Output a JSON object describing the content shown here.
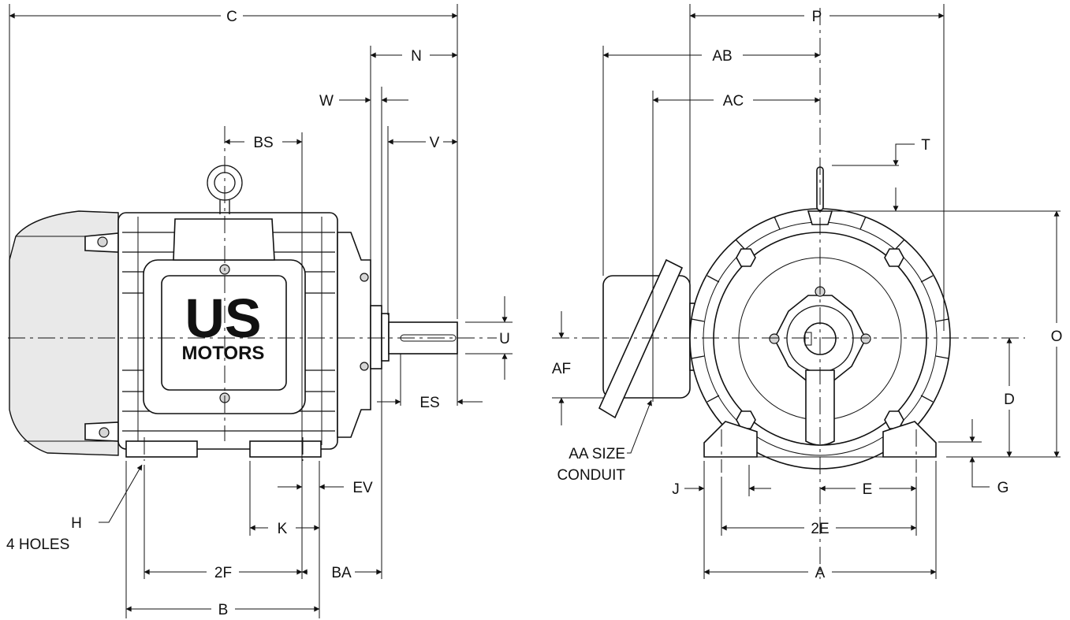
{
  "brand": {
    "logo_top": "US",
    "logo_bottom": "MOTORS"
  },
  "side_view": {
    "labels": {
      "C": "C",
      "N": "N",
      "W": "W",
      "V": "V",
      "BS": "BS",
      "U": "U",
      "ES": "ES",
      "EV": "EV",
      "K": "K",
      "2F": "2F",
      "BA": "BA",
      "B": "B",
      "H": "H",
      "H_note": "4 HOLES"
    }
  },
  "end_view": {
    "labels": {
      "P": "P",
      "AB": "AB",
      "AC": "AC",
      "T": "T",
      "O": "O",
      "AF": "AF",
      "D": "D",
      "AA_line1": "AA SIZE",
      "AA_line2": "CONDUIT",
      "J": "J",
      "E": "E",
      "G": "G",
      "2E": "2E",
      "A": "A"
    }
  }
}
